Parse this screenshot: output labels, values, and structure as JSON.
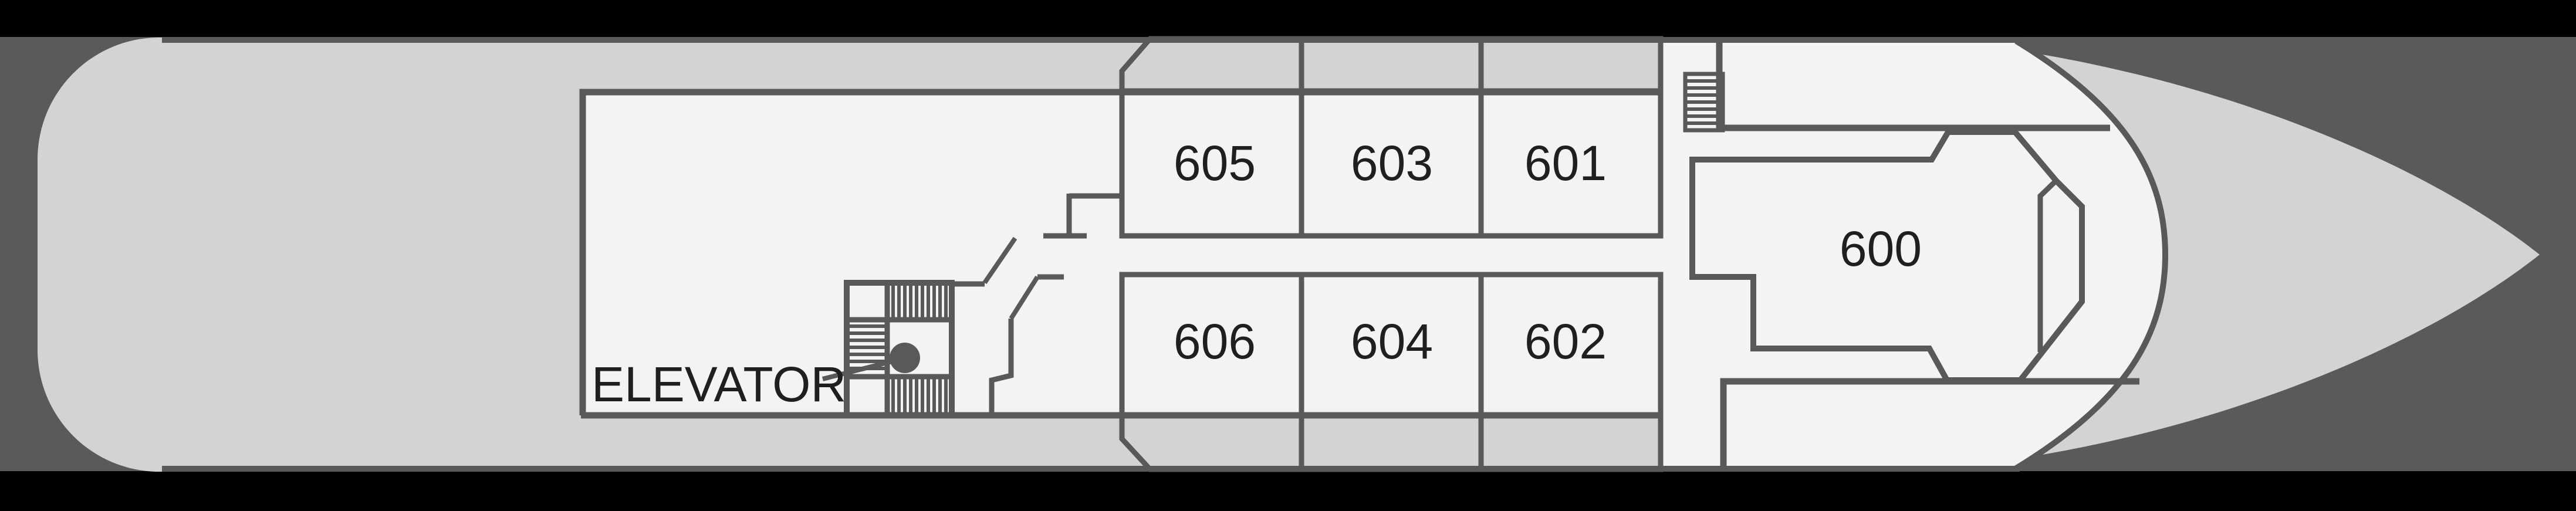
{
  "deck_plan": {
    "elevator_label": "ELEVATOR",
    "cabins": [
      {
        "number": "605",
        "color": "#FBE04E"
      },
      {
        "number": "603",
        "color": "#FBE04E"
      },
      {
        "number": "601",
        "color": "#FBE04E"
      },
      {
        "number": "606",
        "color": "#FBE04E"
      },
      {
        "number": "604",
        "color": "#FBE04E"
      },
      {
        "number": "602",
        "color": "#FBE04E"
      },
      {
        "number": "600",
        "color": "#6FBFA2"
      }
    ],
    "colors": {
      "background": "#595A5C",
      "frame_bar": "#000000",
      "hull": "#D2D3D5",
      "interior": "#F3F3F4",
      "wall": "#58595B",
      "cabin_yellow": "#FBE04E",
      "cabin_green": "#6FBFA2",
      "text": "#1F1F1F"
    }
  }
}
